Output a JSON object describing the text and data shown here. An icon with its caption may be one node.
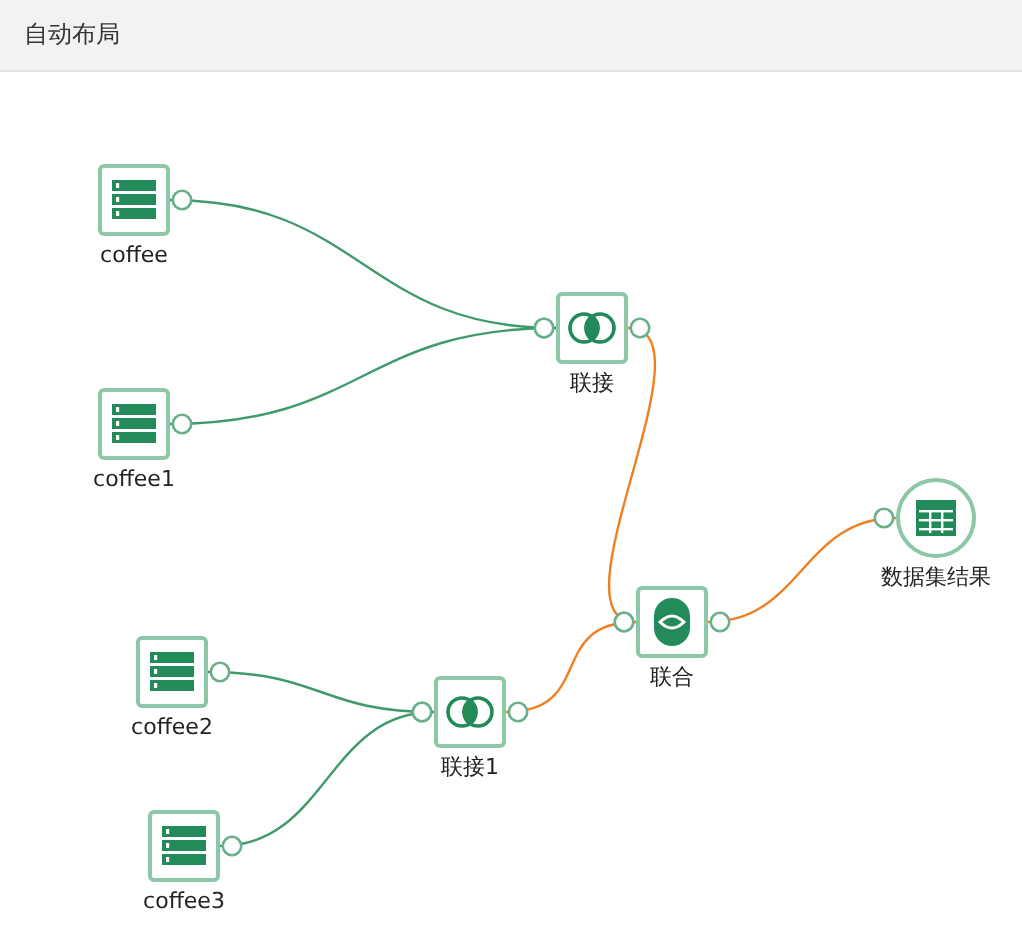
{
  "diagram": {
    "title": "自动布局",
    "nodes": [
      {
        "text": [
          "coffee"
        ]
      },
      {
        "text": [
          "coffee1"
        ]
      },
      {
        "text": [
          "联接"
        ]
      },
      {
        "text": [
          "coffee2"
        ]
      },
      {
        "text": [
          "coffee3"
        ]
      },
      {
        "text": [
          "联接1"
        ]
      },
      {
        "text": [
          "联合"
        ]
      },
      {
        "text": [
          "数据集结果"
        ]
      }
    ],
    "edges": [
      {
        "from": 0,
        "to": 2,
        "arrow": "other"
      },
      {
        "from": 1,
        "to": 2,
        "arrow": "other"
      },
      {
        "from": 3,
        "to": 5,
        "arrow": "other"
      },
      {
        "from": 4,
        "to": 5,
        "arrow": "other"
      },
      {
        "from": 2,
        "to": 6,
        "arrow": "other",
        "color": "#f07f22"
      },
      {
        "from": 5,
        "to": 6,
        "arrow": "other",
        "color": "#f07f22"
      },
      {
        "from": 6,
        "to": 7,
        "arrow": "other",
        "color": "#f07f22"
      }
    ]
  }
}
